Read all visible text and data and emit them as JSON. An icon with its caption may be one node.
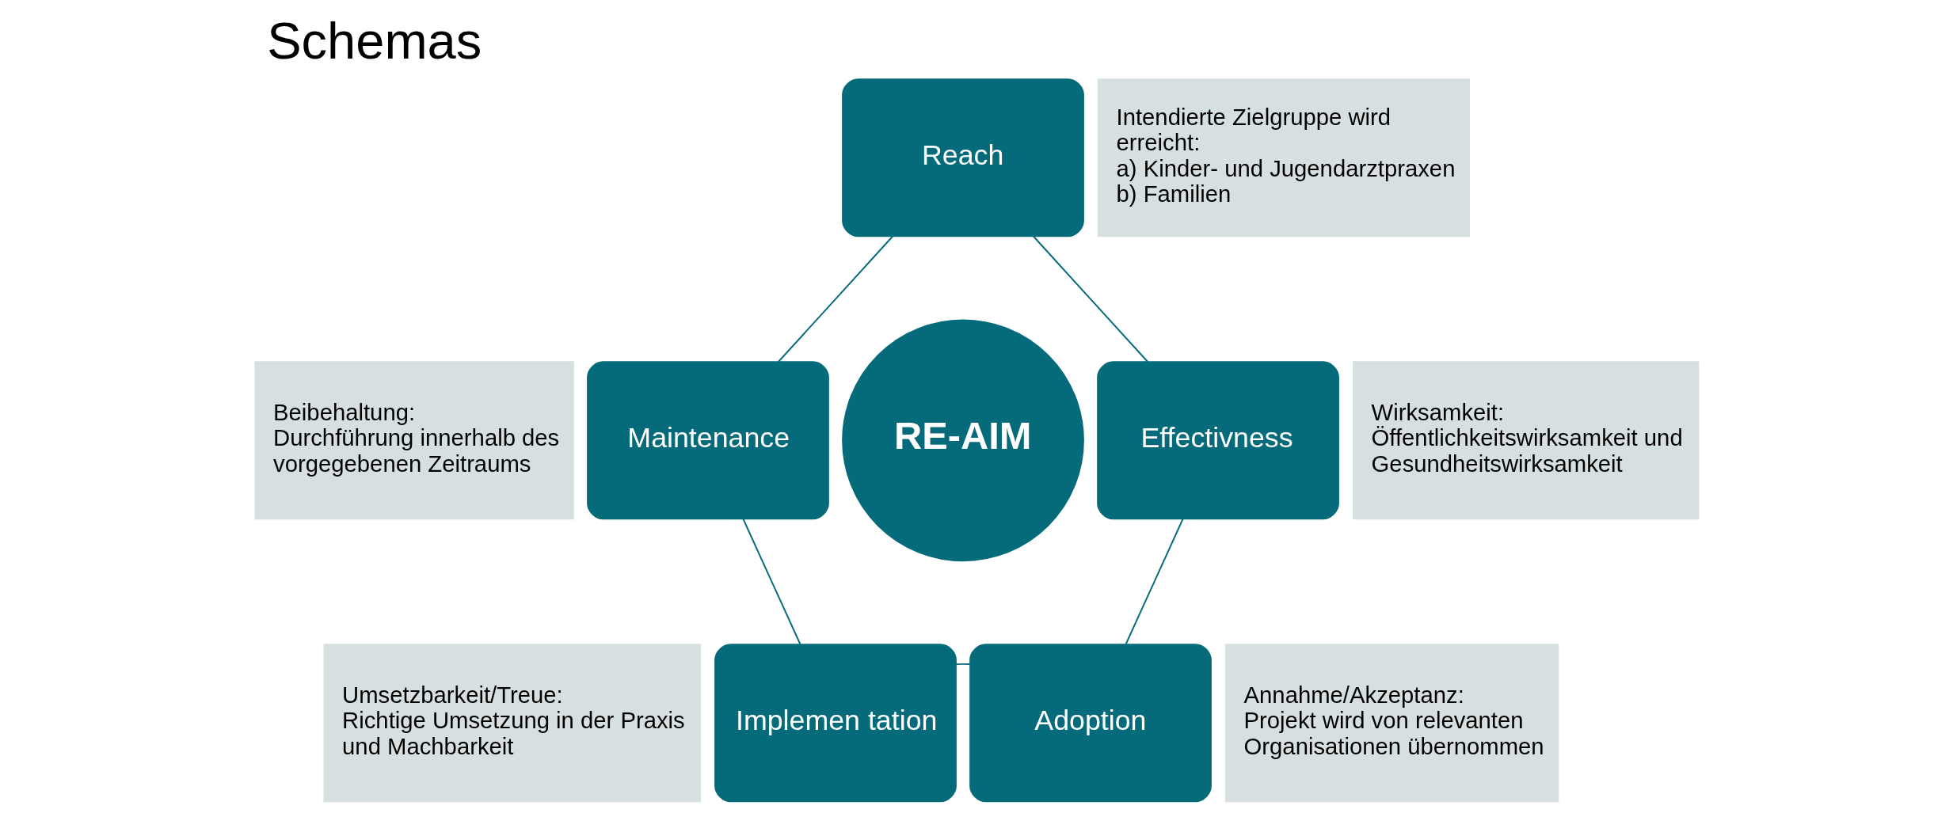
{
  "diagram": {
    "title": "Schemas",
    "nodes": [
      {
        "text": [
          "RE-AIM"
        ]
      },
      {
        "text": [
          "Reach"
        ]
      },
      {
        "text": [
          "Effectivness"
        ]
      },
      {
        "text": [
          "Adoption"
        ]
      },
      {
        "text": [
          "Implemen tation"
        ]
      },
      {
        "text": [
          "Maintenance"
        ]
      },
      {
        "text": [
          "Intendierte Zielgruppe wird erreicht:",
          "a) Kinder- und Jugendarztpraxen",
          "b) Familien"
        ]
      },
      {
        "text": [
          "Wirksamkeit:",
          "Öffentlichkeitswirksamkeit und Gesundheitswirksamkeit"
        ]
      },
      {
        "text": [
          "Annahme/Akzeptanz:",
          "Projekt wird von relevanten Organisationen übernommen"
        ]
      },
      {
        "text": [
          "Umsetzbarkeit/Treue:",
          "Richtige Umsetzung in der Praxis und Machbarkeit"
        ]
      },
      {
        "text": [
          "Beibehaltung:",
          "Durchführung innerhalb des vorgegebenen Zeitraums"
        ]
      }
    ],
    "edges": [
      {
        "from": 1,
        "to": 2,
        "arrow": "none"
      },
      {
        "from": 2,
        "to": 3,
        "arrow": "none"
      },
      {
        "from": 3,
        "to": 4,
        "arrow": "none"
      },
      {
        "from": 4,
        "to": 5,
        "arrow": "none"
      },
      {
        "from": 5,
        "to": 1,
        "arrow": "none"
      }
    ]
  }
}
